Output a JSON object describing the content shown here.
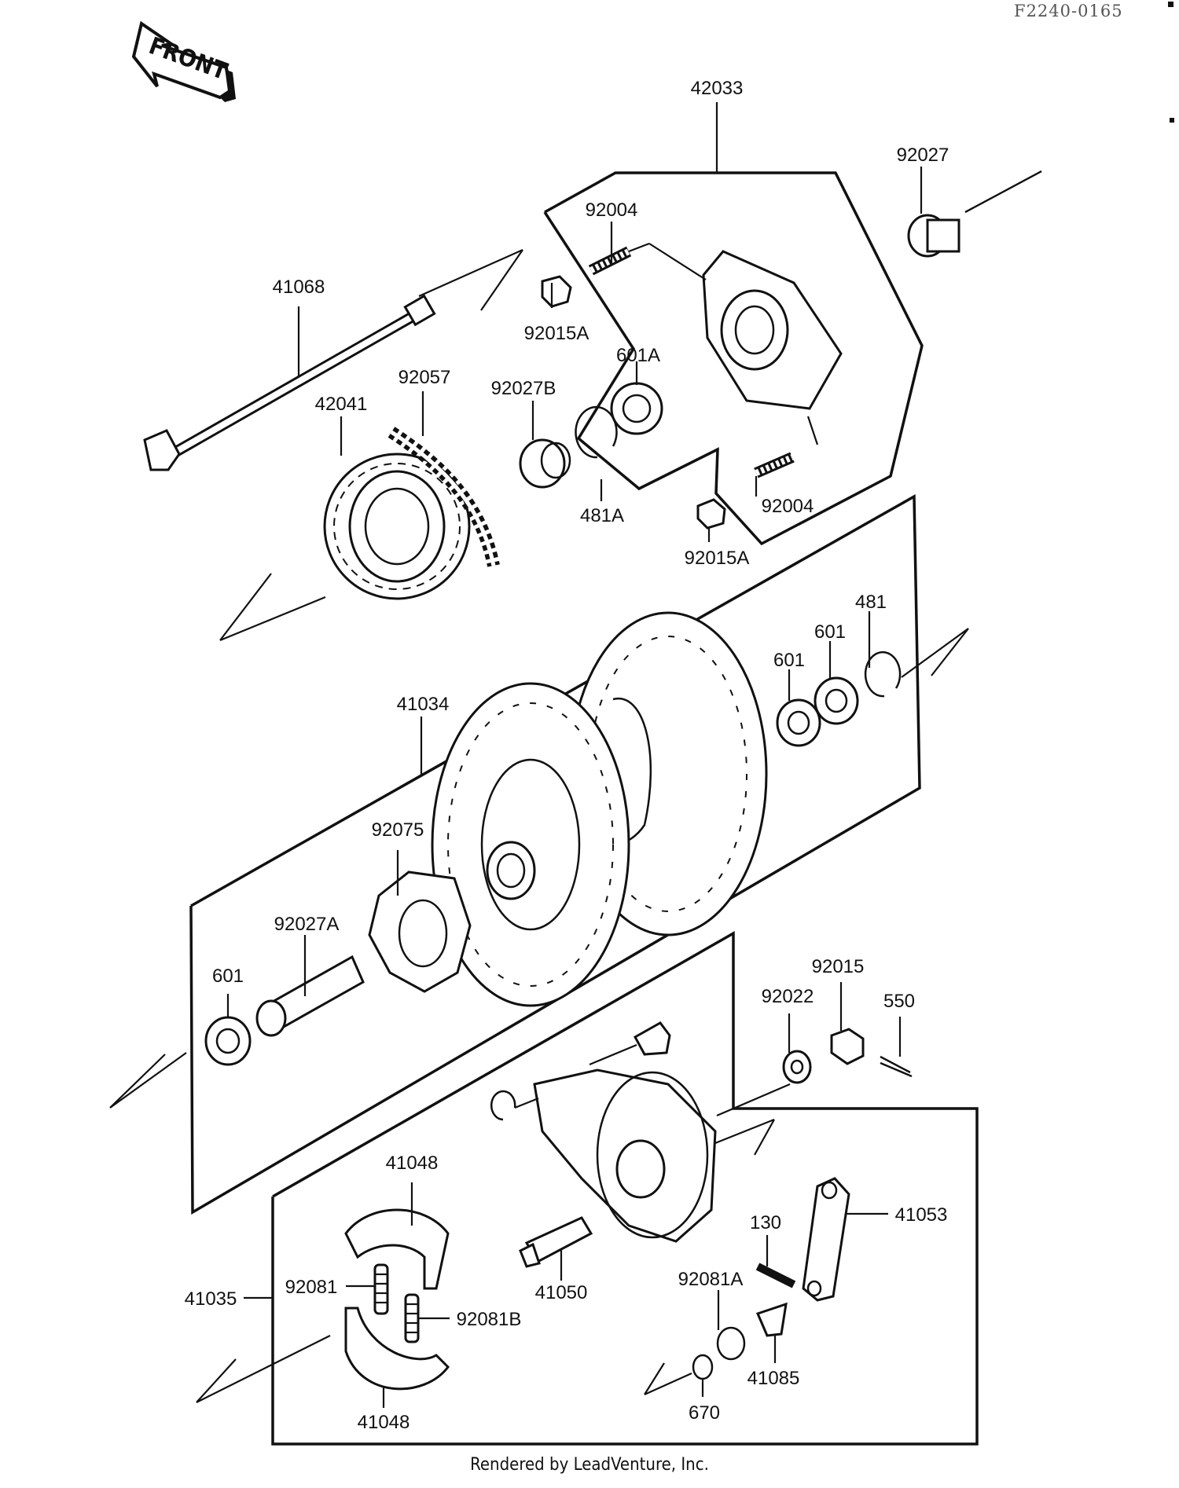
{
  "document_id": "F2240-0165",
  "front_label": "FRONT",
  "footer": "Rendered by LeadVenture, Inc.",
  "parts": {
    "p42033": "42033",
    "p92027": "92027",
    "p92004_top": "92004",
    "p41068": "41068",
    "p92015A_top": "92015A",
    "p601A": "601A",
    "p92057": "92057",
    "p92027B": "92027B",
    "p42041": "42041",
    "p481A": "481A",
    "p92004_bot": "92004",
    "p92015A_bot": "92015A",
    "p481": "481",
    "p601_a": "601",
    "p601_b": "601",
    "p41034": "41034",
    "p92075": "92075",
    "p92027A": "92027A",
    "p601_c": "601",
    "p92015": "92015",
    "p92022": "92022",
    "p550": "550",
    "p41048_top": "41048",
    "p41053": "41053",
    "p130": "130",
    "p92081": "92081",
    "p92081A": "92081A",
    "p41035": "41035",
    "p41050": "41050",
    "p92081B": "92081B",
    "p41085": "41085",
    "p41048_bot": "41048",
    "p670": "670"
  }
}
